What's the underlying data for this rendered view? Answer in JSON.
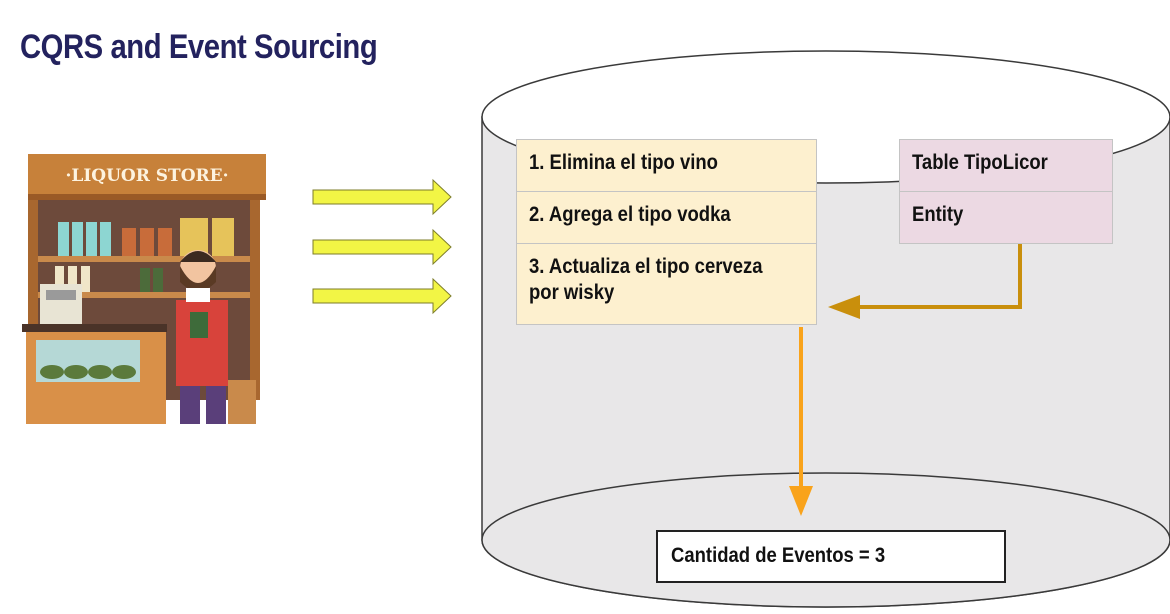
{
  "title": "CQRS and Event Sourcing",
  "store": {
    "sign": "·LIQUOR STORE·"
  },
  "events": [
    {
      "label": "1. Elimina el tipo vino"
    },
    {
      "label": "2. Agrega el tipo vodka"
    },
    {
      "label": "3. Actualiza el tipo cerveza",
      "label2": "por wisky"
    }
  ],
  "table": {
    "title": "Table TipoLicor",
    "entity": "Entity"
  },
  "counter": {
    "label": "Cantidad de Eventos = 3"
  },
  "colors": {
    "title": "#23225e",
    "event_bg": "#fdf0cf",
    "table_bg": "#ecd9e3",
    "input_arrow": "#f2f545",
    "entity_arrow": "#c98f0c",
    "count_arrow": "#f9a31b",
    "db_fill": "#e8e7e8"
  },
  "icons": [
    "liquor-store-illustration",
    "input-arrow",
    "entity-arrow",
    "count-arrow",
    "database-cylinder"
  ]
}
